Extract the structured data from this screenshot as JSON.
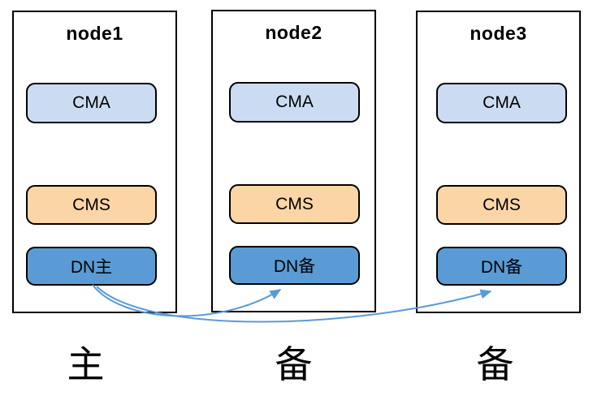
{
  "diagram": {
    "background": "#FFFFFF",
    "nodes": [
      {
        "title": "node1",
        "role": "主",
        "components": [
          {
            "name": "CMA"
          },
          {
            "name": "CMS"
          },
          {
            "name": "DN主"
          }
        ]
      },
      {
        "title": "node2",
        "role": "备",
        "components": [
          {
            "name": "CMA"
          },
          {
            "name": "CMS"
          },
          {
            "name": "DN备"
          }
        ]
      },
      {
        "title": "node3",
        "role": "备",
        "components": [
          {
            "name": "CMA"
          },
          {
            "name": "CMS"
          },
          {
            "name": "DN备"
          }
        ]
      }
    ],
    "arrows": [
      {
        "from": "node1 DN主",
        "to": "node2 DN备"
      },
      {
        "from": "node1 DN主",
        "to": "node3 DN备"
      }
    ],
    "colors": {
      "cma_fill": "#CBDCF2",
      "cms_fill": "#FBD5A5",
      "dn_fill": "#5B9BD5",
      "box_border": "#000000",
      "arrow": "#5B9BD5",
      "text": "#000000"
    }
  }
}
